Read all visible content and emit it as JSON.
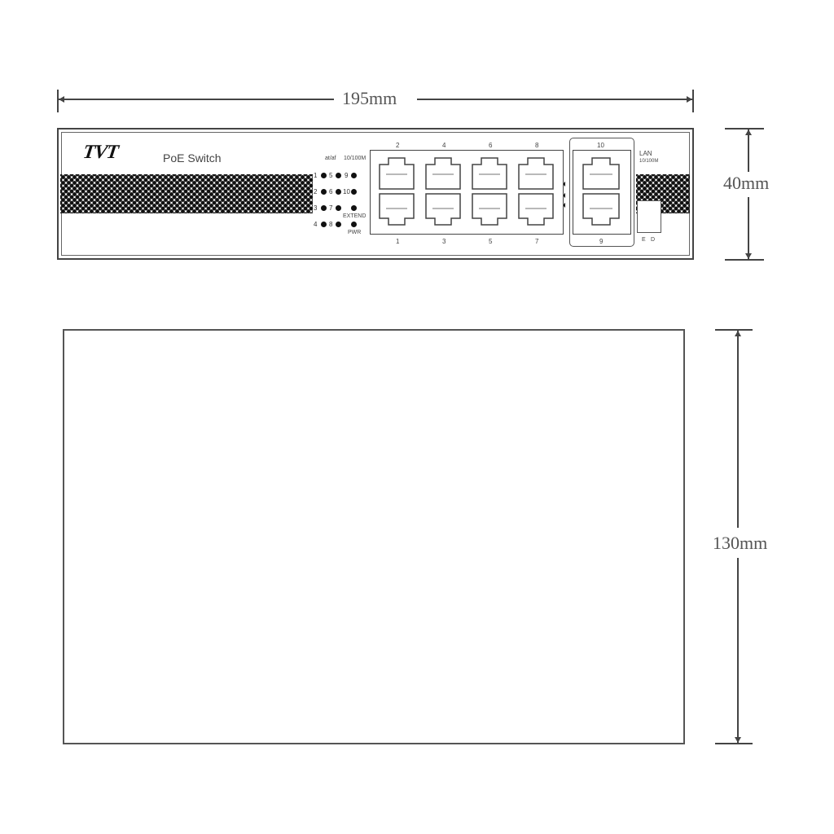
{
  "diagram": {
    "title": "TVT PoE Switch dimension drawing",
    "dimensions": {
      "width_label": "195mm",
      "height_label": "40mm",
      "depth_label": "130mm"
    },
    "front_panel": {
      "brand": "TVT",
      "product": "PoE Switch",
      "led_header_left": "at/af",
      "led_header_right": "10/100M",
      "led_labels_col1": [
        "1",
        "2",
        "3",
        "4"
      ],
      "led_labels_col2": [
        "5",
        "6",
        "7",
        "8"
      ],
      "led_labels_col3": [
        "9",
        "10"
      ],
      "extend_label": "EXTEND",
      "pwr_label": "PWR",
      "ports_top": [
        "2",
        "4",
        "6",
        "8"
      ],
      "ports_bottom": [
        "1",
        "3",
        "5",
        "7"
      ],
      "uplink_top": "10",
      "uplink_bottom": "9",
      "lan_label": "LAN",
      "lan_speed": "10/100M",
      "switch_labels": [
        "E",
        "D"
      ]
    },
    "colors": {
      "line": "#444444",
      "text": "#555555",
      "background": "#ffffff"
    }
  }
}
